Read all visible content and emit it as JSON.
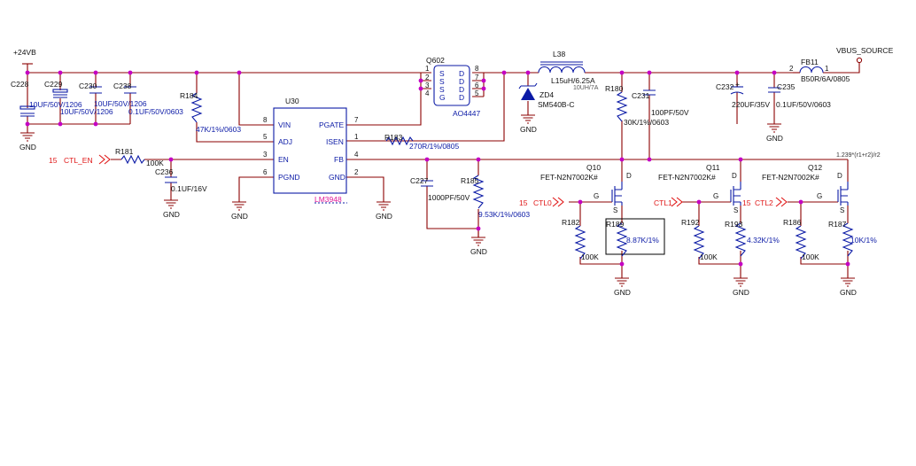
{
  "nets": {
    "vin": "+24VB",
    "vbus": "VBUS_SOURCE",
    "gnd": "GND",
    "ctl_en": "CTL_EN",
    "ctl0": "CTL0",
    "ctl1": "CTL1",
    "ctl2": "CTL2",
    "page_ref": "15",
    "formula": "1.239*(r1+r2)/r2"
  },
  "ic": {
    "ref": "U30",
    "part": "LM3948",
    "pins": [
      {
        "num": "8",
        "name": "VIN"
      },
      {
        "num": "5",
        "name": "ADJ"
      },
      {
        "num": "3",
        "name": "EN"
      },
      {
        "num": "6",
        "name": "PGND"
      },
      {
        "num": "7",
        "name": "PGATE"
      },
      {
        "num": "1",
        "name": "ISEN"
      },
      {
        "num": "4",
        "name": "FB"
      },
      {
        "num": "2",
        "name": "GND"
      }
    ]
  },
  "mosfet": {
    "ref": "Q602",
    "part": "AO4447",
    "left_pins": [
      "1",
      "2",
      "3",
      "4"
    ],
    "right_pins": [
      "8",
      "7",
      "6",
      "5"
    ],
    "left_names": [
      "S",
      "S",
      "S",
      "G"
    ],
    "right_names": [
      "D",
      "D",
      "D",
      "D"
    ]
  },
  "components": {
    "c228": {
      "ref": "C228",
      "value": "10UF/50V/1206"
    },
    "c229": {
      "ref": "C229",
      "value": "10UF/50V/1206"
    },
    "c230": {
      "ref": "C230",
      "value": "10UF/50V/1206"
    },
    "c238": {
      "ref": "C238",
      "value": "0.1UF/50V/0603"
    },
    "r184": {
      "ref": "R184",
      "value": "47K/1%/0603"
    },
    "r183": {
      "ref": "R183",
      "value": "270R/1%/0805"
    },
    "r181": {
      "ref": "R181",
      "value": "100K"
    },
    "c236": {
      "ref": "C236",
      "value": "0.1UF/16V"
    },
    "c227": {
      "ref": "C227",
      "value": "1000PF/50V"
    },
    "r185": {
      "ref": "R185",
      "value": "9.53K/1%/0603"
    },
    "l38": {
      "ref": "L38",
      "value": "L15uH/6.25A",
      "alt": "10UH/7A"
    },
    "zd4": {
      "ref": "ZD4",
      "value": "SM540B-C"
    },
    "r180": {
      "ref": "R180",
      "value": "30K/1%/0603"
    },
    "c231": {
      "ref": "C231",
      "value": "100PF/50V"
    },
    "c232": {
      "ref": "C232",
      "value": "220UF/35V"
    },
    "c235": {
      "ref": "C235",
      "value": "0.1UF/50V/0603"
    },
    "fb11": {
      "ref": "FB11",
      "value": "B50R/6A/0805",
      "pin_a": "2",
      "pin_b": "1"
    },
    "q10": {
      "ref": "Q10",
      "part": "FET-N2N7002K#"
    },
    "q11": {
      "ref": "Q11",
      "part": "FET-N2N7002K#"
    },
    "q12": {
      "ref": "Q12",
      "part": "FET-N2N7002K#"
    },
    "r182": {
      "ref": "R182",
      "value": "100K"
    },
    "r189": {
      "ref": "R189",
      "value": "8.87K/1%"
    },
    "r192": {
      "ref": "R192",
      "value": "100K"
    },
    "r193": {
      "ref": "R193",
      "value": "4.32K/1%"
    },
    "r186": {
      "ref": "R186",
      "value": "100K"
    },
    "r187": {
      "ref": "R187",
      "value": "10K/1%"
    }
  },
  "fet_pins": {
    "gate": "G",
    "drain": "D",
    "source": "S"
  },
  "cap_polarity": "+"
}
